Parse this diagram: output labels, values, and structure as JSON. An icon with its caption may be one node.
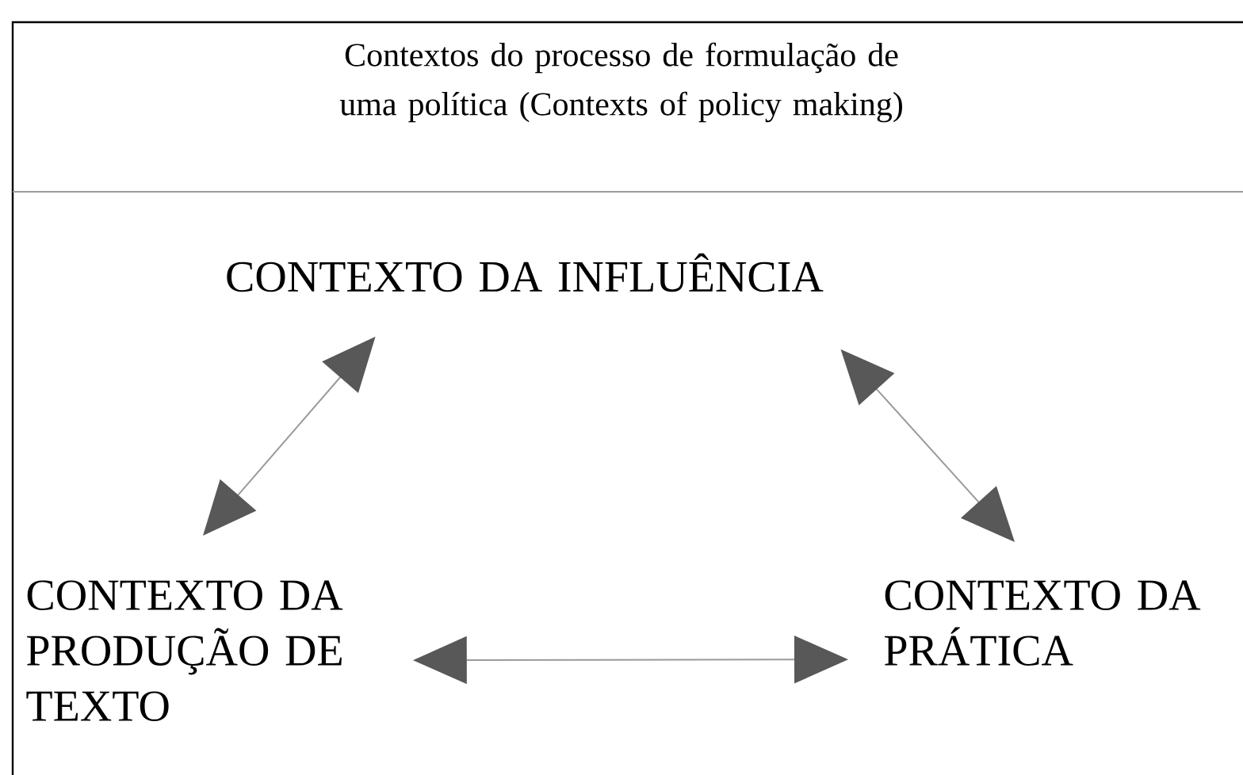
{
  "diagram": {
    "title": "Contextos do processo de formulação de uma política (Contexts of policy making)",
    "nodes": [
      {
        "text": [
          "CONTEXTO DA INFLUÊNCIA"
        ]
      },
      {
        "text": [
          "CONTEXTO DA PRODUÇÃO DE TEXTO"
        ]
      },
      {
        "text": [
          "CONTEXTO DA PRÁTICA"
        ]
      }
    ],
    "edges": [
      {
        "from": 0,
        "to": 1,
        "arrow": "both"
      },
      {
        "from": 0,
        "to": 2,
        "arrow": "both"
      },
      {
        "from": 1,
        "to": 2,
        "arrow": "both"
      }
    ]
  }
}
